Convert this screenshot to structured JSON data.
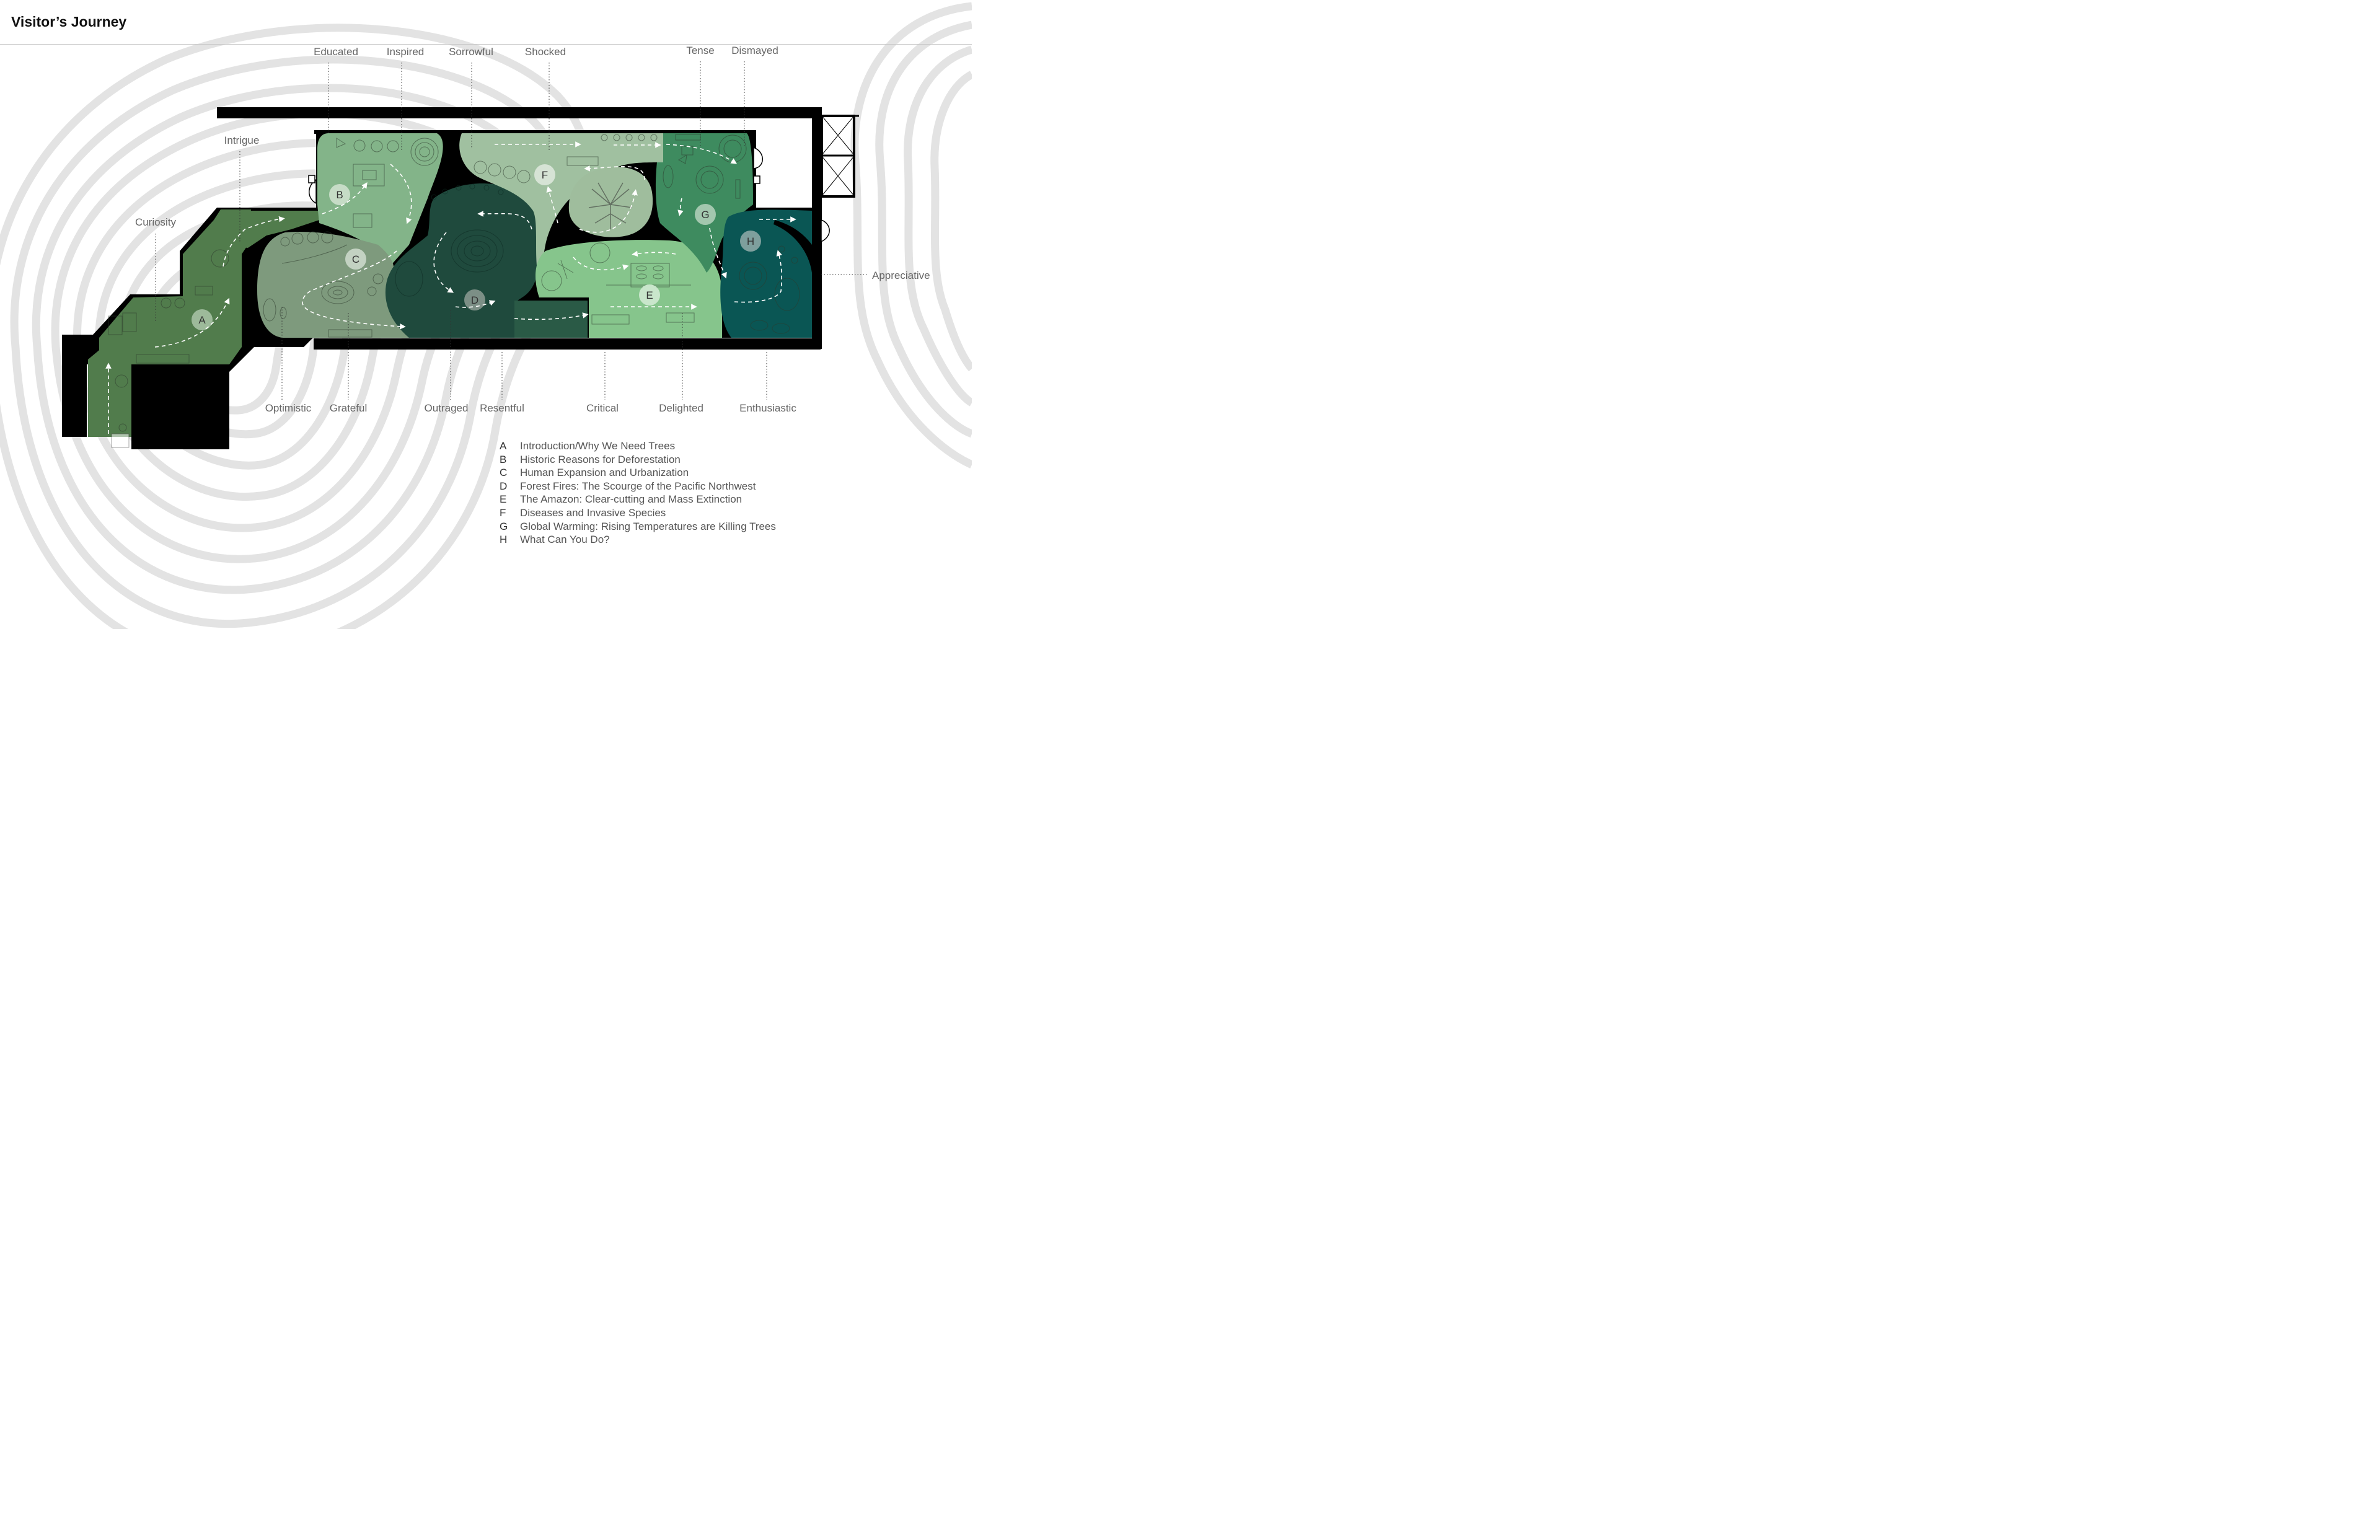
{
  "title": "Visitor’s Journey",
  "emotions": {
    "intrigue": "Intrigue",
    "curiosity": "Curiosity",
    "educated": "Educated",
    "inspired": "Inspired",
    "sorrowful": "Sorrowful",
    "shocked": "Shocked",
    "tense": "Tense",
    "dismayed": "Dismayed",
    "appreciative": "Appreciative",
    "optimistic": "Optimistic",
    "grateful": "Grateful",
    "outraged": "Outraged",
    "resentful": "Resentful",
    "critical": "Critical",
    "delighted": "Delighted",
    "enthusiastic": "Enthusiastic"
  },
  "zones": [
    {
      "key": "A",
      "name": "Introduction/Why We Need Trees",
      "color": "#4f7d4c"
    },
    {
      "key": "B",
      "name": "Historic Reasons for Deforestation",
      "color": "#84b58a"
    },
    {
      "key": "C",
      "name": "Human Expansion and Urbanization",
      "color": "#7f987e"
    },
    {
      "key": "D",
      "name": "Forest Fires: The Scourge of the Pacific Northwest",
      "color": "#1f4b3e"
    },
    {
      "key": "E",
      "name": "The Amazon: Clear-cutting and Mass Extinction",
      "color": "#86c78d"
    },
    {
      "key": "F",
      "name": "Diseases and Invasive Species",
      "color": "#9fbf9f"
    },
    {
      "key": "G",
      "name": "Global Warming: Rising Temperatures are Killing Trees",
      "color": "#3c8a5e"
    },
    {
      "key": "H",
      "name": "What Can You Do?",
      "color": "#0b5754"
    }
  ],
  "colors": {
    "wall": "#000000",
    "contour": "#e2e2e2",
    "path_arrow": "#ffffff"
  }
}
